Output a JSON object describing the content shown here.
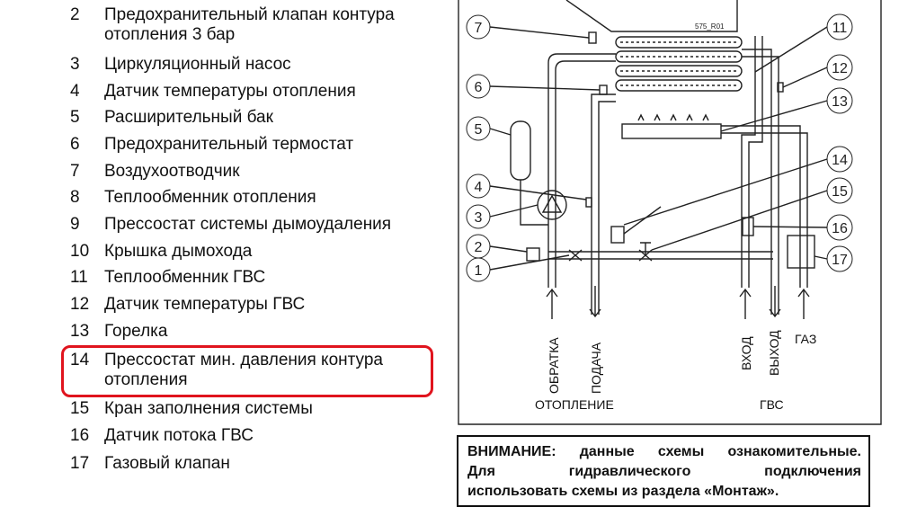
{
  "legend": [
    {
      "num": "2",
      "lines": [
        "Предохранительный клапан контура",
        "отопления 3 бар"
      ]
    },
    {
      "num": "3",
      "lines": [
        "Циркуляционный насос"
      ]
    },
    {
      "num": "4",
      "lines": [
        "Датчик температуры отопления"
      ]
    },
    {
      "num": "5",
      "lines": [
        "Расширительный бак"
      ]
    },
    {
      "num": "6",
      "lines": [
        "Предохранительный термостат"
      ]
    },
    {
      "num": "7",
      "lines": [
        "Воздухоотводчик"
      ]
    },
    {
      "num": "8",
      "lines": [
        "Теплообменник отопления"
      ]
    },
    {
      "num": "9",
      "lines": [
        "Прессостат системы дымоудаления"
      ]
    },
    {
      "num": "10",
      "lines": [
        "Крышка дымохода"
      ]
    },
    {
      "num": "11",
      "lines": [
        "Теплообменник ГВС"
      ]
    },
    {
      "num": "12",
      "lines": [
        "Датчик температуры ГВС"
      ]
    },
    {
      "num": "13",
      "lines": [
        "Горелка"
      ]
    },
    {
      "num": "14",
      "lines": [
        "Прессостат мин. давления контура",
        "отопления"
      ]
    },
    {
      "num": "15",
      "lines": [
        "Кран заполнения системы"
      ]
    },
    {
      "num": "16",
      "lines": [
        "Датчик потока ГВС"
      ]
    },
    {
      "num": "17",
      "lines": [
        "Газовый клапан"
      ]
    }
  ],
  "highlight_color": "#e0141e",
  "diagram": {
    "code": "575_R01",
    "callouts": [
      "1",
      "2",
      "3",
      "4",
      "5",
      "6",
      "7",
      "11",
      "12",
      "13",
      "14",
      "15",
      "16",
      "17"
    ],
    "pipe_labels": {
      "return": "ОБРАТКА",
      "supply": "ПОДАЧА",
      "inlet": "ВХОД",
      "outlet": "ВЫХОД",
      "gas": "ГАЗ"
    },
    "group_labels": {
      "heating": "ОТОПЛЕНИЕ",
      "dhw": "ГВС"
    }
  },
  "notice": {
    "lines": [
      "ВНИМАНИЕ: данные схемы ознакомительные.",
      "Для гидравлического подключения",
      "использовать схемы из раздела «Монтаж»."
    ]
  }
}
